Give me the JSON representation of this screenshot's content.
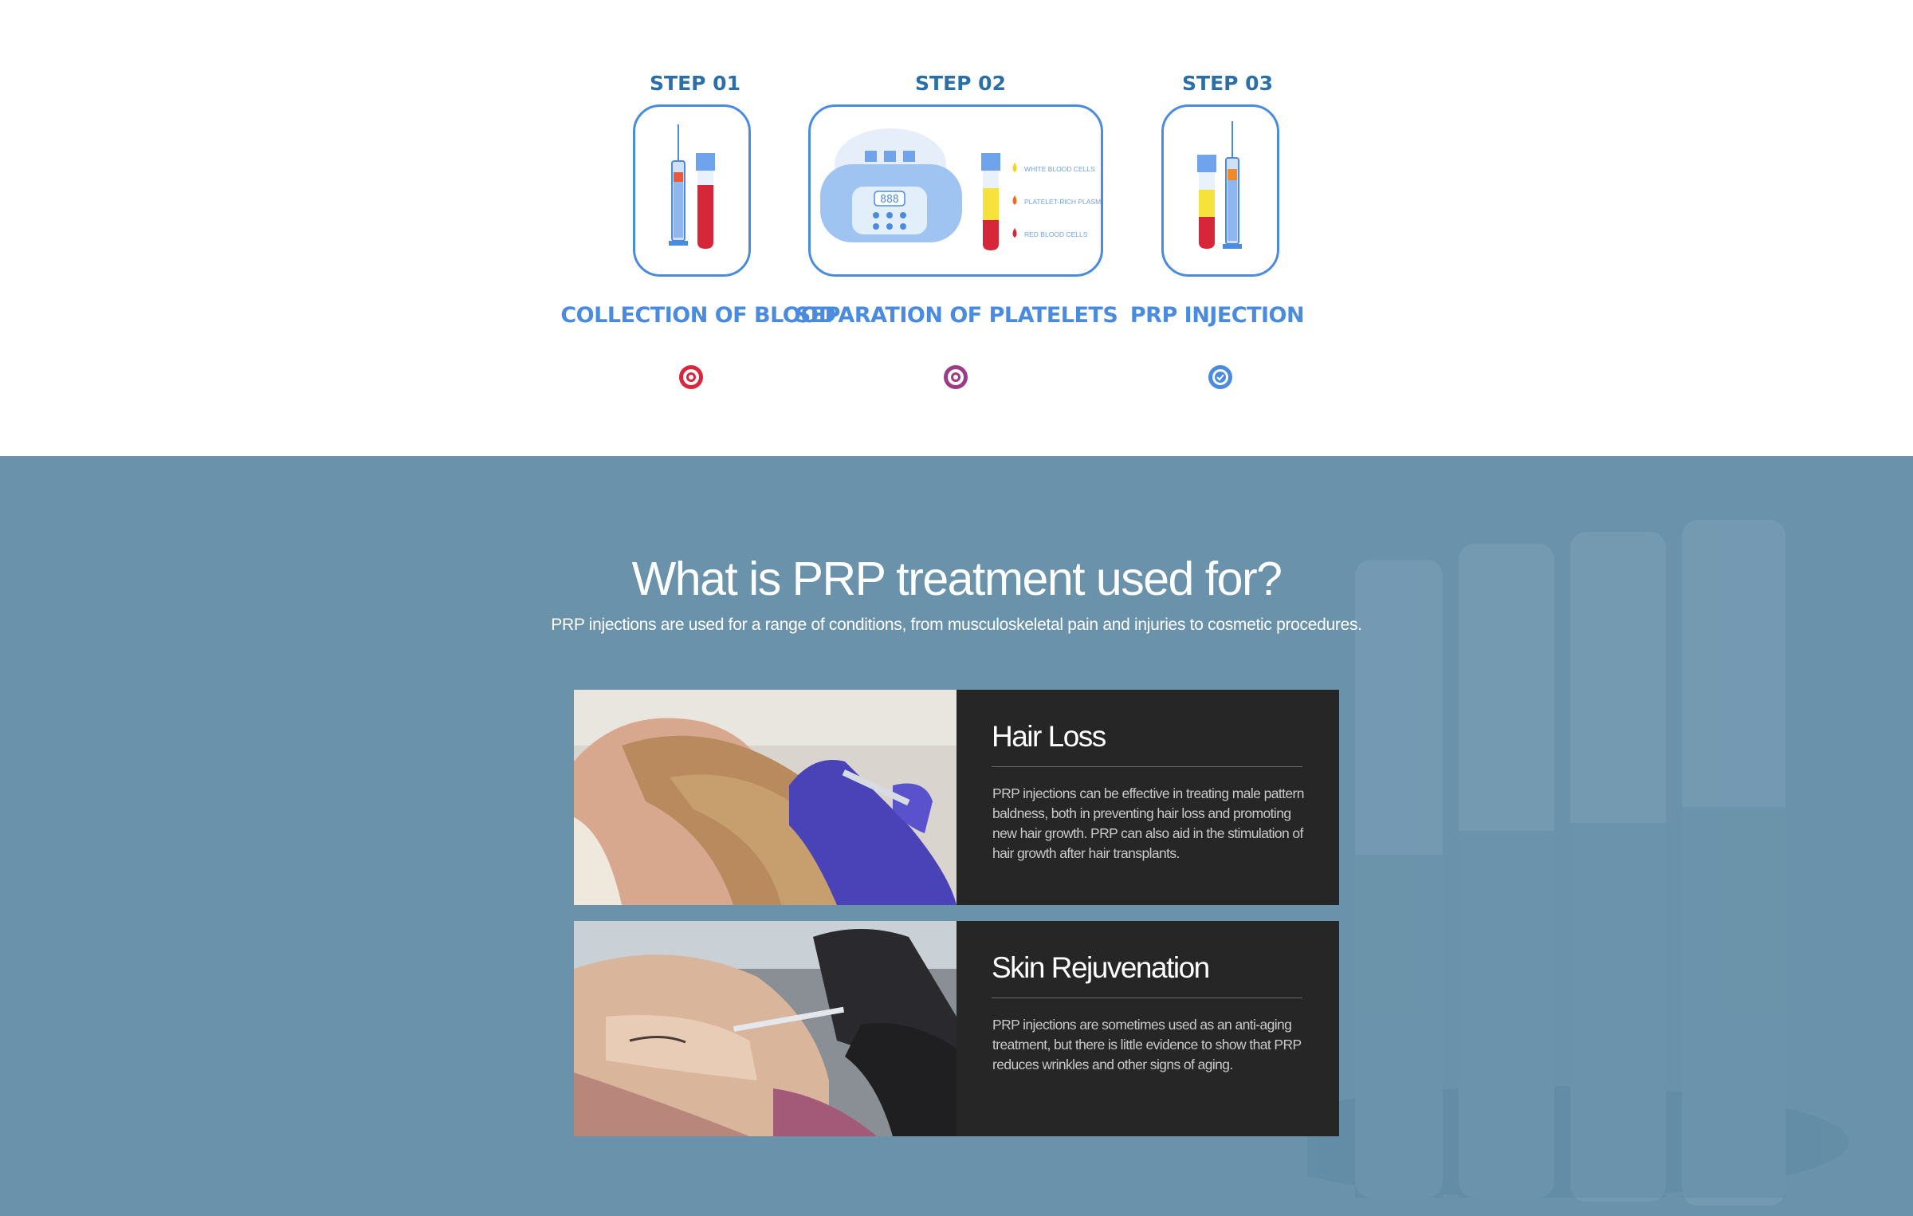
{
  "steps": [
    {
      "label": "STEP 01",
      "title": "COLLECTION OF BLOOD"
    },
    {
      "label": "STEP 02",
      "title": "SEPARATION OF PLATELETS"
    },
    {
      "label": "STEP 03",
      "title": "PRP INJECTION"
    }
  ],
  "separation_legend": [
    "WHITE BLOOD CELLS",
    "PLATELET-RICH PLASMA",
    "RED BLOOD CELLS"
  ],
  "centrifuge_display": "888",
  "colors": {
    "accent_blue": "#4a8be0",
    "step_label": "#2a6fa8",
    "timeline_red": "#d7263d",
    "timeline_purple": "#9b3c84",
    "section_bg": "#6a93ab",
    "card_bg": "#262626"
  },
  "uses": {
    "title": "What is PRP treatment used for?",
    "subtitle": "PRP injections are used for a range of conditions, from musculoskeletal pain and injuries to cosmetic procedures.",
    "cards": [
      {
        "title": "Hair Loss",
        "text": "PRP injections can be effective in treating male pattern baldness, both in preventing hair loss and promoting new hair growth. PRP can also aid in the stimulation of hair growth after hair transplants."
      },
      {
        "title": "Skin Rejuvenation",
        "text": "PRP injections are sometimes used as an anti-aging treatment, but there is little evidence to show that PRP reduces wrinkles and other signs of aging."
      }
    ]
  }
}
